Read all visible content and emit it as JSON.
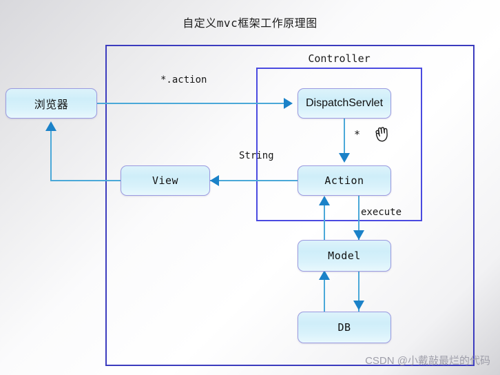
{
  "diagram": {
    "title": "自定义mvc框架工作原理图",
    "container_label": "Controller",
    "nodes": {
      "browser": "浏览器",
      "view": "View",
      "dispatch_servlet": "DispatchServlet",
      "action": "Action",
      "model": "Model",
      "db": "DB"
    },
    "edge_labels": {
      "request": "*.action",
      "string": "String",
      "execute": "execute",
      "star": "*"
    },
    "colors": {
      "node_border": "#9a9ae0",
      "node_fill_top": "#ddf3fb",
      "node_fill_bottom": "#e8f8fd",
      "connector": "#4aa8d8",
      "arrowhead": "#1b82c8",
      "outer_frame_border": "#3b3bbe",
      "controller_frame_border": "#4a4ae0",
      "title_text": "#1d1d1d",
      "watermark_text": "#9a9aa6"
    },
    "cursor_icon": "grab-hand-cursor"
  },
  "watermark": {
    "text": "CSDN @小戴敲最烂的代码"
  }
}
